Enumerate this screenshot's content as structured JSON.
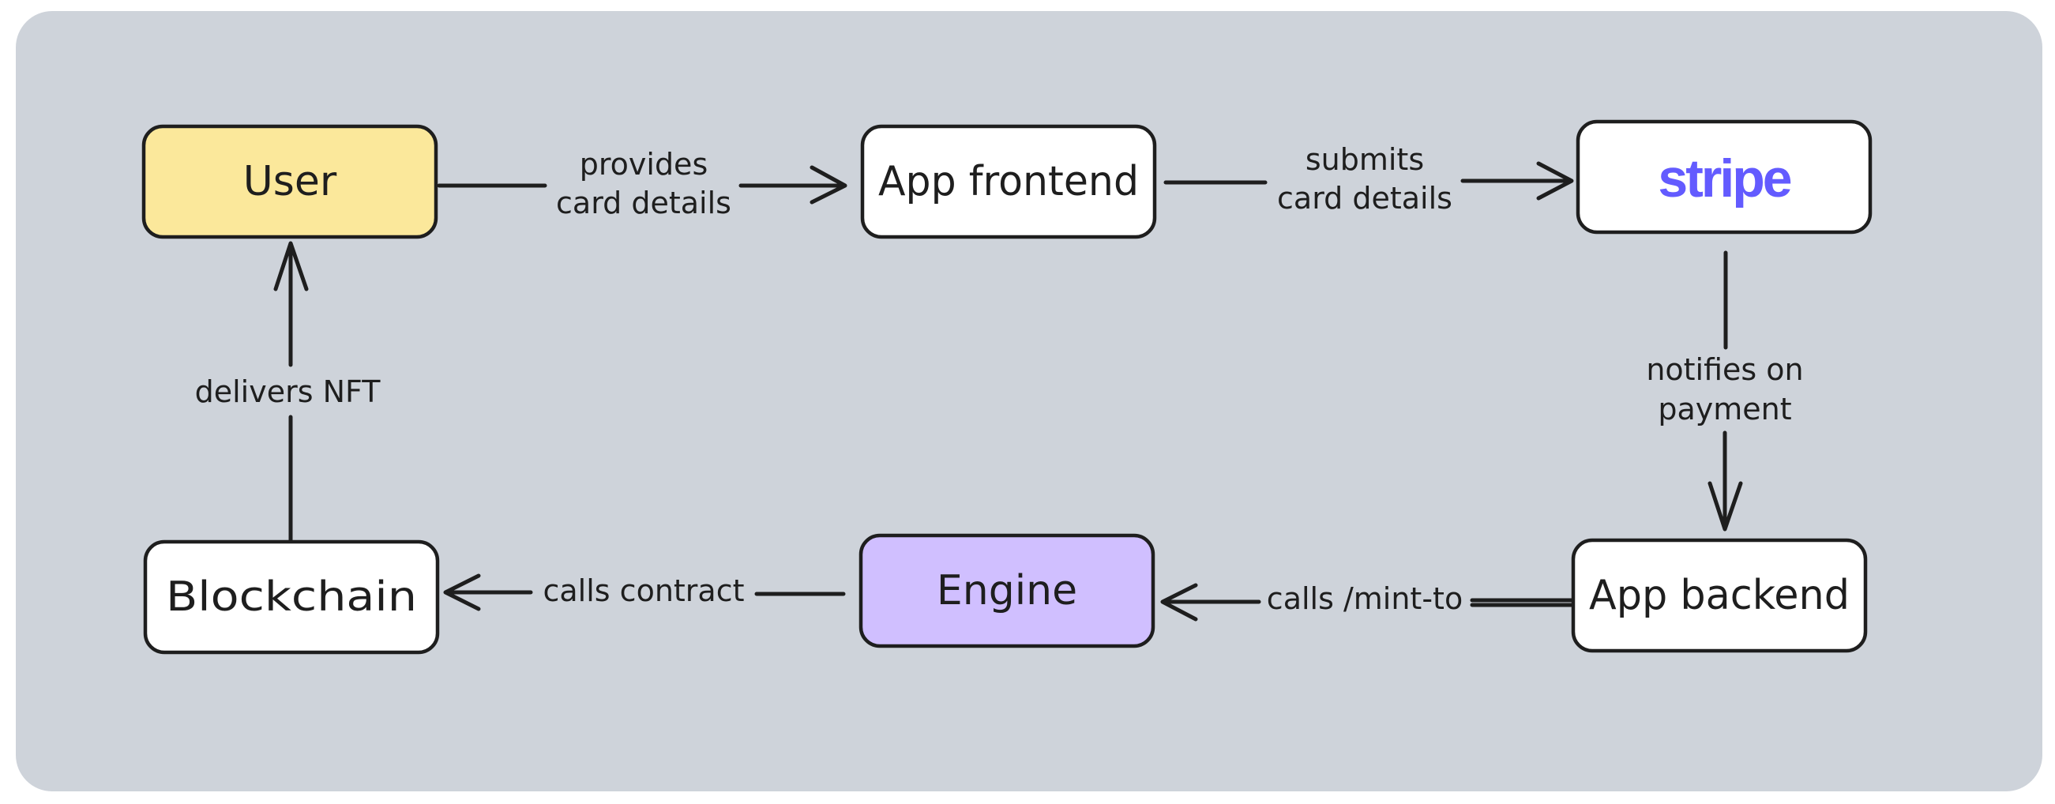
{
  "diagram": {
    "colors": {
      "background": "#ced3da",
      "stroke": "#1e1e1e",
      "user_fill": "#fbe89b",
      "engine_fill": "#d0bfff",
      "default_fill": "#ffffff",
      "stripe_text": "#635bff"
    },
    "nodes": {
      "user": {
        "label": "User"
      },
      "frontend": {
        "label": "App frontend"
      },
      "stripe": {
        "label": "stripe"
      },
      "backend": {
        "label": "App backend"
      },
      "engine": {
        "label": "Engine"
      },
      "blockchain": {
        "label": "Blockchain"
      }
    },
    "edges": {
      "user_to_frontend": {
        "line1": "provides",
        "line2": "card details"
      },
      "frontend_to_stripe": {
        "line1": "submits",
        "line2": "card details"
      },
      "stripe_to_backend": {
        "line1": "notifies on",
        "line2": "payment"
      },
      "backend_to_engine": {
        "label": "calls /mint-to"
      },
      "engine_to_blockchain": {
        "label": "calls contract"
      },
      "blockchain_to_user": {
        "label": "delivers NFT"
      }
    }
  }
}
